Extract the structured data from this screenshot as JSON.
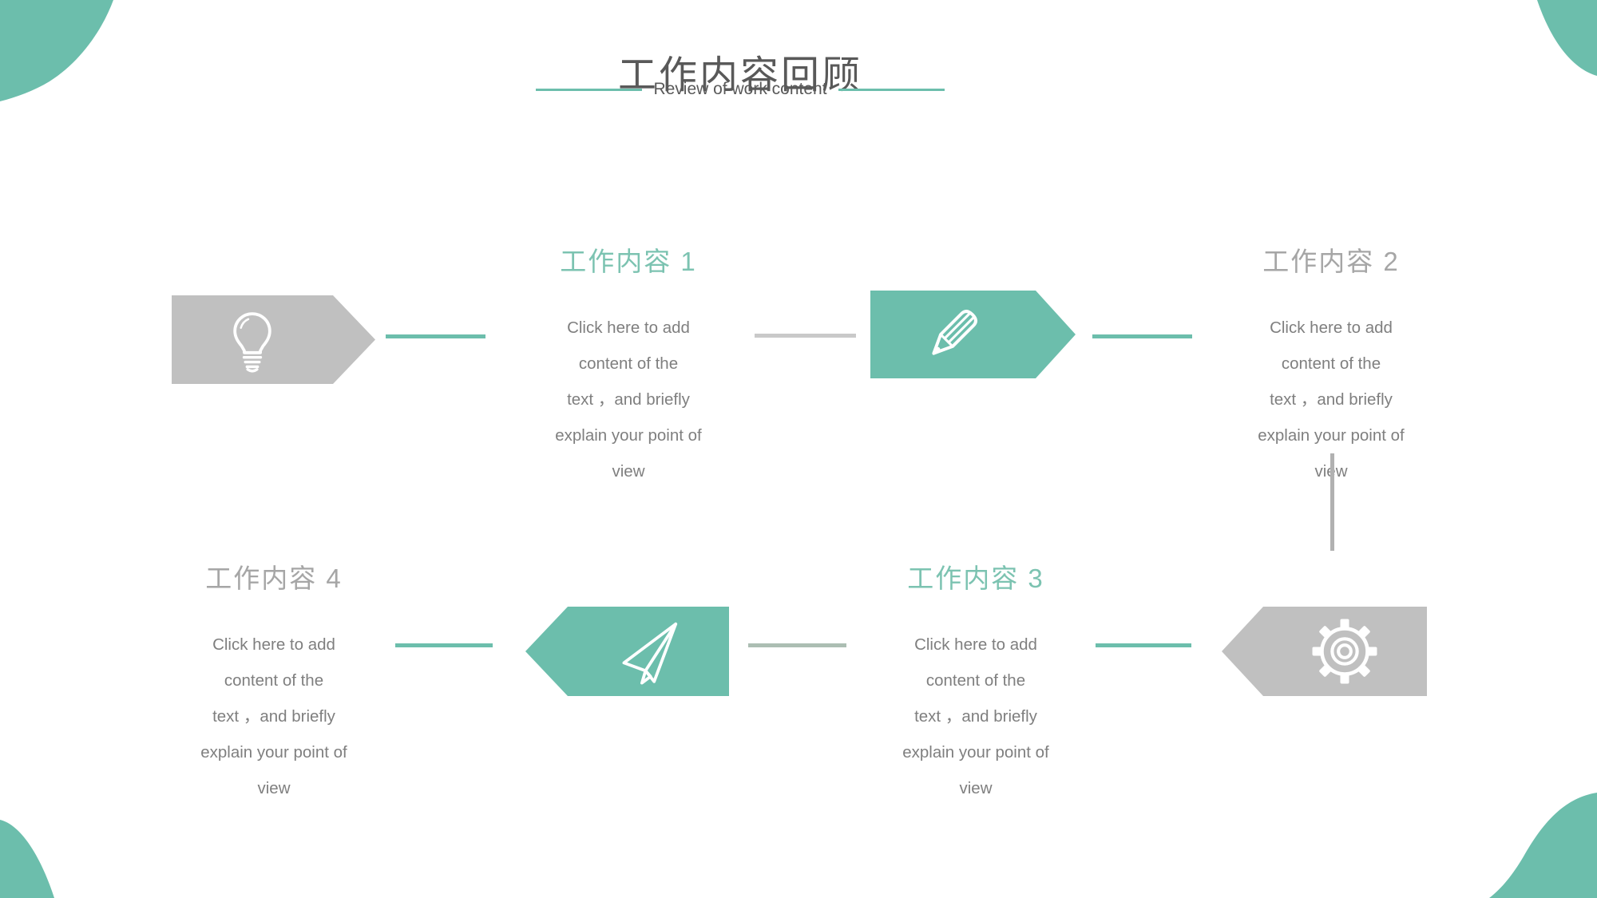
{
  "header": {
    "title": "工作内容回顾",
    "subtitle": "Review of work content"
  },
  "items": [
    {
      "heading": "工作内容 1",
      "icon": "lightbulb-icon",
      "shape_color": "#C0C0C0",
      "heading_color": "#7CC3B1",
      "body": "Click here to add\ncontent of the\ntext ，and briefly\nexplain your point of\nview"
    },
    {
      "heading": "工作内容 2",
      "icon": "pencil-icon",
      "shape_color": "#6CBEAC",
      "heading_color": "#A6A6A6",
      "body": "Click here to add\ncontent of the\ntext ，and briefly\nexplain your point of\nview"
    },
    {
      "heading": "工作内容 3",
      "icon": "gear-icon",
      "shape_color": "#C0C0C0",
      "heading_color": "#7CC3B1",
      "body": "Click here to add\ncontent of the\ntext ，and briefly\nexplain your point of\nview"
    },
    {
      "heading": "工作内容 4",
      "icon": "paper-plane-icon",
      "shape_color": "#6CBEAC",
      "heading_color": "#A6A6A6",
      "body": "Click here to add\ncontent of the\ntext ，and briefly\nexplain your point of\nview"
    }
  ],
  "colors": {
    "accent_teal": "#6CBEAC",
    "teal_heading": "#7CC3B1",
    "gray_shape": "#C0C0C0",
    "gray_heading": "#A6A6A6",
    "title_text": "#595959",
    "body_text": "#7F7F7F",
    "gray_connector": "#C9C9C9",
    "greengray_connector": "#ACBEB3",
    "vertical_connector": "#B1B1B1"
  }
}
